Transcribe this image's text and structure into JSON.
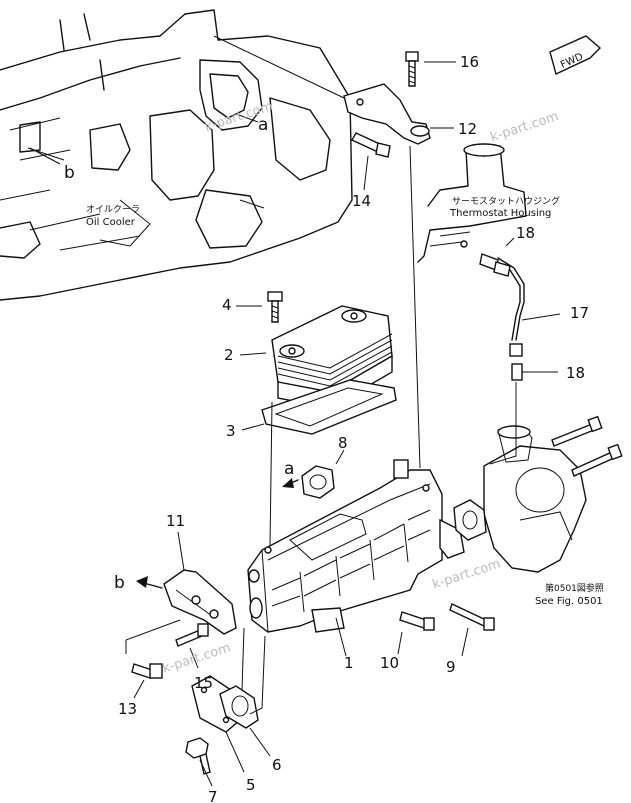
{
  "fwd_badge": "FWD",
  "labels": {
    "oil_cooler_jp": "オイルクーラ",
    "oil_cooler_en": "Oil Cooler",
    "thermostat_jp": "サーモスタットハウジング",
    "thermostat_en": "Thermostat Housing",
    "see_fig_jp": "第0501図参照",
    "see_fig_en": "See Fig. 0501"
  },
  "view_letters": {
    "a_top": "a",
    "a_mid": "a",
    "b_top": "b",
    "b_mid": "b"
  },
  "part_numbers": {
    "p1": "1",
    "p2": "2",
    "p3": "3",
    "p4": "4",
    "p5": "5",
    "p6": "6",
    "p7": "7",
    "p8": "8",
    "p9": "9",
    "p10": "10",
    "p11": "11",
    "p12": "12",
    "p13": "13",
    "p14": "14",
    "p15": "15",
    "p16": "16",
    "p17": "17",
    "p18_top": "18",
    "p18_bottom": "18"
  },
  "watermark": "k-part.com"
}
